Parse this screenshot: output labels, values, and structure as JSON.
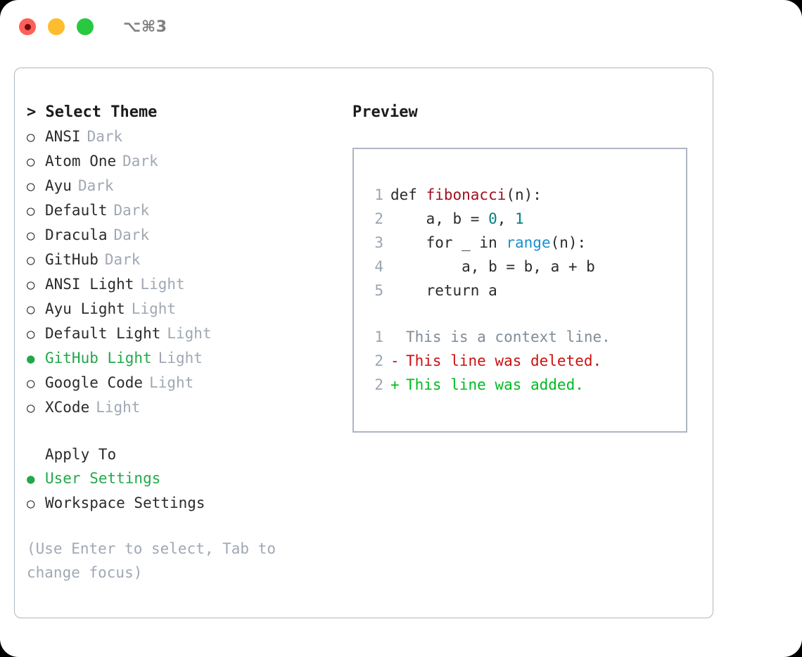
{
  "titlebar": {
    "shortcut": "⌥⌘3",
    "lights": [
      {
        "name": "close",
        "color": "#ff5f57",
        "recording": true
      },
      {
        "name": "minimize",
        "color": "#febc2e",
        "recording": false
      },
      {
        "name": "maximize",
        "color": "#28c840",
        "recording": false
      }
    ]
  },
  "theme_picker": {
    "header": "> Select Theme",
    "items": [
      {
        "bullet": "○",
        "name": "ANSI",
        "tag": "Dark",
        "selected": false
      },
      {
        "bullet": "○",
        "name": "Atom One",
        "tag": "Dark",
        "selected": false
      },
      {
        "bullet": "○",
        "name": "Ayu",
        "tag": "Dark",
        "selected": false
      },
      {
        "bullet": "○",
        "name": "Default",
        "tag": "Dark",
        "selected": false
      },
      {
        "bullet": "○",
        "name": "Dracula",
        "tag": "Dark",
        "selected": false
      },
      {
        "bullet": "○",
        "name": "GitHub",
        "tag": "Dark",
        "selected": false
      },
      {
        "bullet": "○",
        "name": "ANSI Light",
        "tag": "Light",
        "selected": false
      },
      {
        "bullet": "○",
        "name": "Ayu Light",
        "tag": "Light",
        "selected": false
      },
      {
        "bullet": "○",
        "name": "Default Light",
        "tag": "Light",
        "selected": false
      },
      {
        "bullet": "●",
        "name": "GitHub Light",
        "tag": "Light",
        "selected": true
      },
      {
        "bullet": "○",
        "name": "Google Code",
        "tag": "Light",
        "selected": false
      },
      {
        "bullet": "○",
        "name": "XCode",
        "tag": "Light",
        "selected": false
      }
    ]
  },
  "apply_to": {
    "header": "Apply To",
    "items": [
      {
        "bullet": "●",
        "name": "User Settings",
        "selected": true
      },
      {
        "bullet": "○",
        "name": "Workspace Settings",
        "selected": false
      }
    ]
  },
  "hint": "(Use Enter to select, Tab to change focus)",
  "preview": {
    "title": "Preview",
    "code_lines": [
      {
        "no": "1",
        "tokens": [
          {
            "t": "def ",
            "c": "plain"
          },
          {
            "t": "fibonacci",
            "c": "fn"
          },
          {
            "t": "(n):",
            "c": "plain"
          }
        ]
      },
      {
        "no": "2",
        "tokens": [
          {
            "t": "    a, b = ",
            "c": "plain"
          },
          {
            "t": "0",
            "c": "num"
          },
          {
            "t": ", ",
            "c": "plain"
          },
          {
            "t": "1",
            "c": "num"
          }
        ]
      },
      {
        "no": "3",
        "tokens": [
          {
            "t": "    for _ in ",
            "c": "plain"
          },
          {
            "t": "range",
            "c": "call"
          },
          {
            "t": "(n):",
            "c": "plain"
          }
        ]
      },
      {
        "no": "4",
        "tokens": [
          {
            "t": "        a, b = b, a + b",
            "c": "plain"
          }
        ]
      },
      {
        "no": "5",
        "tokens": [
          {
            "t": "    return a",
            "c": "plain"
          }
        ]
      }
    ],
    "diff_lines": [
      {
        "no": "1",
        "marker": " ",
        "text": "This is a context line.",
        "kind": "ctx"
      },
      {
        "no": "2",
        "marker": "-",
        "text": "This line was deleted.",
        "kind": "del"
      },
      {
        "no": "2",
        "marker": "+",
        "text": "This line was added.",
        "kind": "add"
      }
    ]
  },
  "colors": {
    "accent_green": "#22a84a",
    "diff_add": "#00bb22",
    "diff_del": "#cc1111",
    "muted": "#a0a8b4",
    "border": "#aeb6c2",
    "syntax_function": "#a01020",
    "syntax_number": "#007f7f",
    "syntax_call": "#1a8fcf"
  }
}
